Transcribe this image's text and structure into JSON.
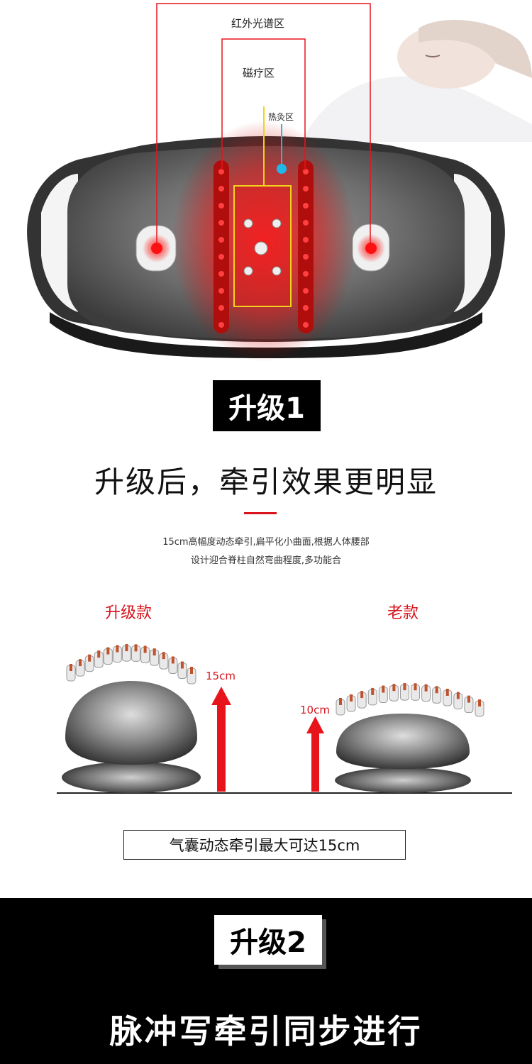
{
  "zones": {
    "infrared": "红外光谱区",
    "magnetic": "磁疗区",
    "heat": "热灸区"
  },
  "upgrade1": {
    "badge": "升级1",
    "headline": "升级后，牵引效果更明显",
    "desc_line1": "15cm高幅度动态牵引,扁平化小曲面,根据人体腰部",
    "desc_line2": "设计迎合脊柱自然弯曲程度,多功能合"
  },
  "compare": {
    "new_title": "升级款",
    "old_title": "老款",
    "new_height": "15cm",
    "old_height": "10cm",
    "caption": "气囊动态牵引最大可达15cm"
  },
  "upgrade2": {
    "badge": "升级2",
    "headline": "脉冲写牵引同步进行"
  },
  "colors": {
    "accent_red": "#e8141c",
    "zone_yellow": "#f2d21a",
    "zone_cyan": "#1fb8e8"
  }
}
